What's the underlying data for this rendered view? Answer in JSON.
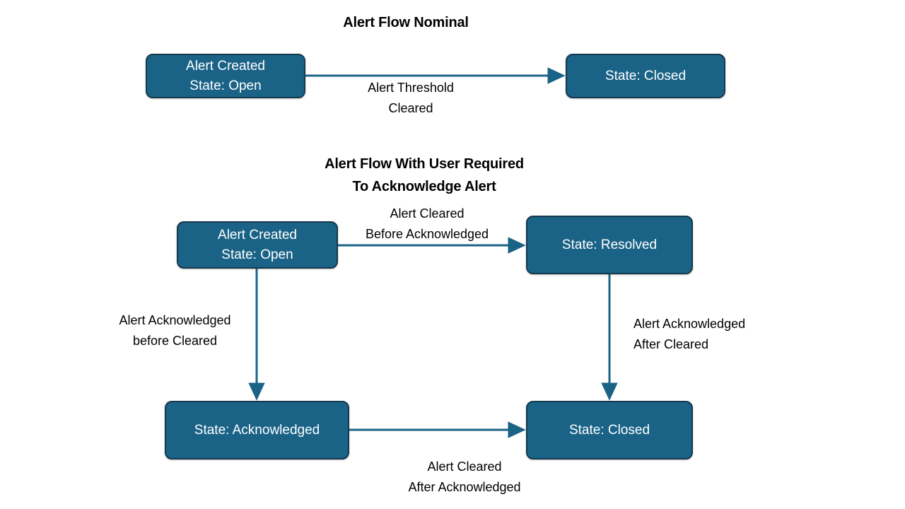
{
  "colors": {
    "node_fill": "#1a6387",
    "node_border": "#16394d",
    "node_text": "#ffffff",
    "edge": "#1a6387",
    "label_text": "#000000",
    "background": "#ffffff"
  },
  "diagram": {
    "type": "state-flow-diagram",
    "sections": [
      {
        "id": "nominal",
        "title": "Alert Flow Nominal",
        "nodes": [
          {
            "id": "n1",
            "label": "Alert Created\nState: Open"
          },
          {
            "id": "n2",
            "label": "State: Closed"
          }
        ],
        "edges": [
          {
            "from": "n1",
            "to": "n2",
            "label": "Alert Threshold\nCleared",
            "direction": "right"
          }
        ]
      },
      {
        "id": "with-ack",
        "title": "Alert Flow With User Required\nTo Acknowledge Alert",
        "nodes": [
          {
            "id": "a1",
            "label": "Alert Created\nState: Open"
          },
          {
            "id": "a2",
            "label": "State: Resolved"
          },
          {
            "id": "a3",
            "label": "State: Acknowledged"
          },
          {
            "id": "a4",
            "label": "State: Closed"
          }
        ],
        "edges": [
          {
            "from": "a1",
            "to": "a2",
            "label": "Alert Cleared\nBefore Acknowledged",
            "direction": "right"
          },
          {
            "from": "a1",
            "to": "a3",
            "label": "Alert Acknowledged\nbefore Cleared",
            "direction": "down"
          },
          {
            "from": "a2",
            "to": "a4",
            "label": "Alert Acknowledged\nAfter Cleared",
            "direction": "down"
          },
          {
            "from": "a3",
            "to": "a4",
            "label": "Alert Cleared\nAfter Acknowledged",
            "direction": "right"
          }
        ]
      }
    ]
  }
}
